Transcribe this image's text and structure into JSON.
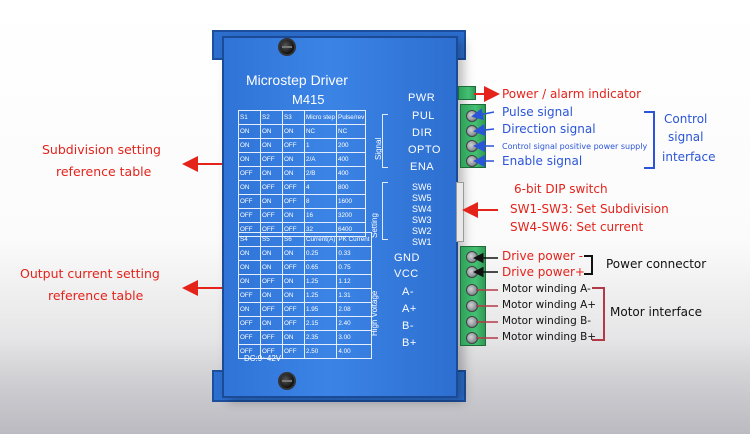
{
  "device": {
    "title": "Microstep Driver",
    "model": "M415",
    "power_spec": "DC:9~42V",
    "section_labels": {
      "signal": "Signal",
      "setting": "Setting",
      "high_voltage": "High Voltage"
    },
    "subdivision_table": {
      "headers": [
        "S1",
        "S2",
        "S3",
        "Micro step",
        "Pulse/rev"
      ],
      "rows": [
        [
          "ON",
          "ON",
          "ON",
          "NC",
          "NC"
        ],
        [
          "ON",
          "ON",
          "OFF",
          "1",
          "200"
        ],
        [
          "ON",
          "OFF",
          "ON",
          "2/A",
          "400"
        ],
        [
          "OFF",
          "ON",
          "ON",
          "2/B",
          "400"
        ],
        [
          "ON",
          "OFF",
          "OFF",
          "4",
          "800"
        ],
        [
          "OFF",
          "ON",
          "OFF",
          "8",
          "1600"
        ],
        [
          "OFF",
          "OFF",
          "ON",
          "16",
          "3200"
        ],
        [
          "OFF",
          "OFF",
          "OFF",
          "32",
          "6400"
        ]
      ]
    },
    "current_table": {
      "headers": [
        "S4",
        "S5",
        "S6",
        "Current(A)",
        "PK Current"
      ],
      "rows": [
        [
          "ON",
          "ON",
          "ON",
          "0.25",
          "0.33"
        ],
        [
          "ON",
          "ON",
          "OFF",
          "0.65",
          "0.75"
        ],
        [
          "ON",
          "OFF",
          "ON",
          "1.25",
          "1.12"
        ],
        [
          "OFF",
          "ON",
          "ON",
          "1.25",
          "1.31"
        ],
        [
          "ON",
          "OFF",
          "OFF",
          "1.95",
          "2.08"
        ],
        [
          "OFF",
          "ON",
          "OFF",
          "2.15",
          "2.40"
        ],
        [
          "OFF",
          "OFF",
          "ON",
          "2.35",
          "3.00"
        ],
        [
          "OFF",
          "OFF",
          "OFF",
          "2.50",
          "4.00"
        ]
      ]
    },
    "signal_labels": [
      "PWR",
      "PUL",
      "DIR",
      "OPTO",
      "ENA"
    ],
    "dip_labels": [
      "SW6",
      "SW5",
      "SW4",
      "SW3",
      "SW2",
      "SW1"
    ],
    "power_labels": [
      "GND",
      "VCC"
    ],
    "motor_labels": [
      "A-",
      "A+",
      "B-",
      "B+"
    ]
  },
  "annotations": {
    "left": {
      "subdivision": [
        "Subdivision setting",
        "reference table"
      ],
      "current": [
        "Output current setting",
        "reference table"
      ]
    },
    "power_alarm": "Power / alarm indicator",
    "signals": [
      "Pulse signal",
      "Direction signal",
      "Control signal positive power supply",
      "Enable signal"
    ],
    "control_group": [
      "Control",
      "signal",
      "interface"
    ],
    "dip": [
      "6-bit DIP switch",
      "SW1-SW3: Set Subdivision",
      "SW4-SW6: Set current"
    ],
    "power": [
      "Drive power -",
      "Drive power+"
    ],
    "power_group": "Power connector",
    "motor": [
      "Motor winding A-",
      "Motor winding A+",
      "Motor winding B-",
      "Motor winding B+"
    ],
    "motor_group": "Motor interface"
  },
  "colors": {
    "annotation_red": "#e4231b",
    "annotation_blue": "#2a55d8",
    "device_blue": "#3b84e6",
    "terminal_green": "#3fb86b",
    "motor_bracket": "#b23a48"
  }
}
